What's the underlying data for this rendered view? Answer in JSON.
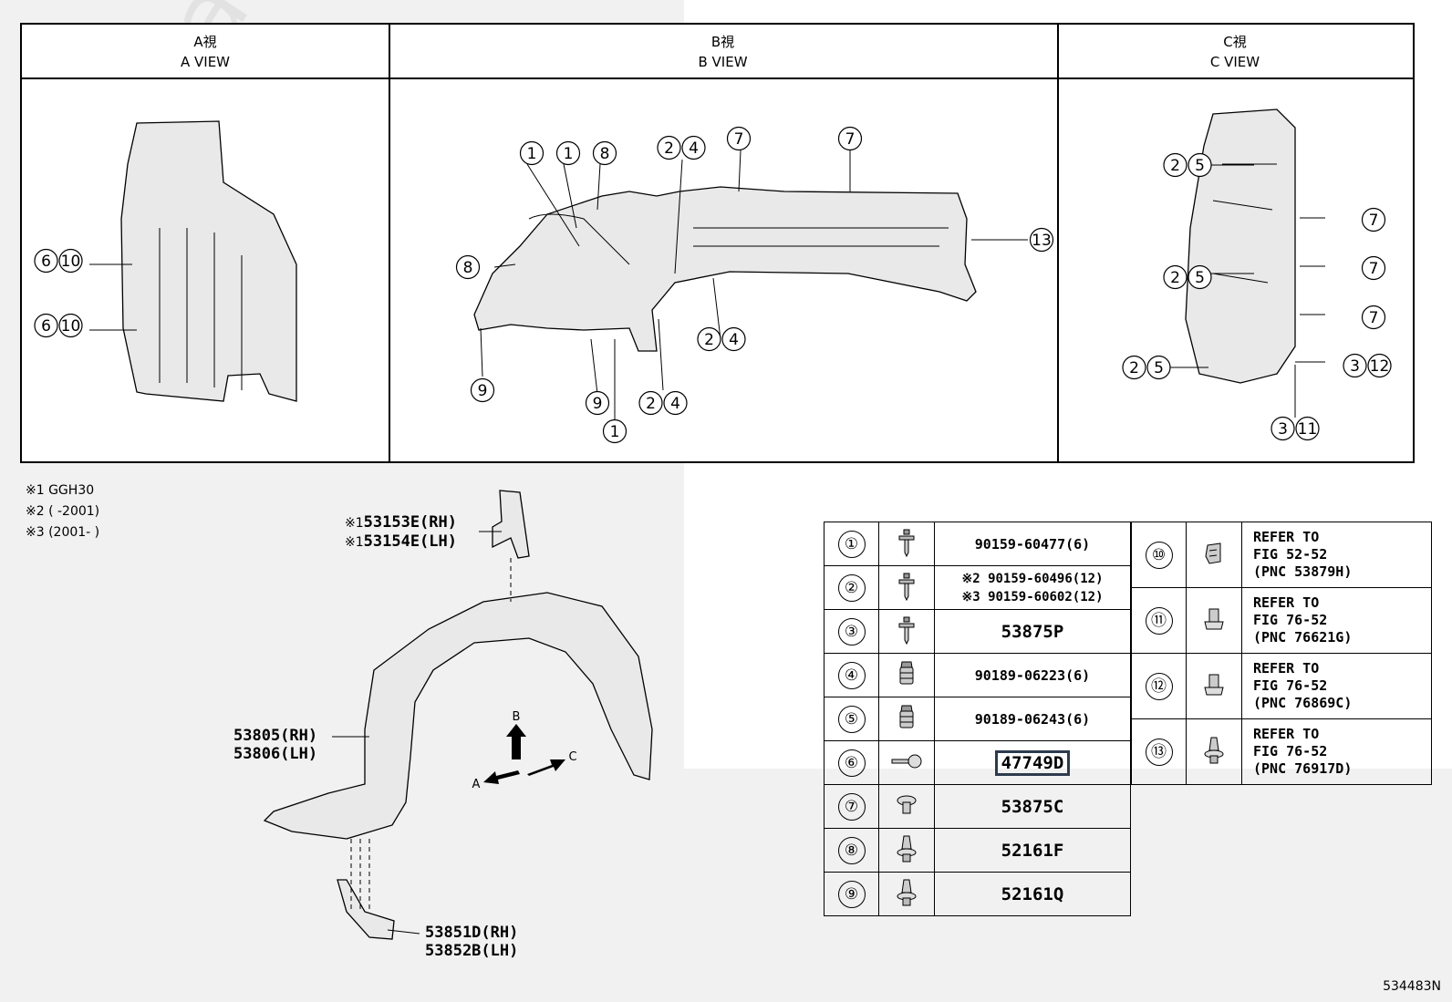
{
  "views": [
    {
      "jp": "A視",
      "en": "A VIEW"
    },
    {
      "jp": "B視",
      "en": "B VIEW"
    },
    {
      "jp": "C視",
      "en": "C VIEW"
    }
  ],
  "notes": [
    "※1 GGH30",
    "※2 (      -2001)",
    "※3 (2001-      )"
  ],
  "part_labels": {
    "bracket_rh": "53153E(RH)",
    "bracket_lh": "53154E(LH)",
    "bracket_prefix": "※1",
    "liner_rh": "53805(RH)",
    "liner_lh": "53806(LH)",
    "seal_rh": "53851D(RH)",
    "seal_lh": "53852B(LH)"
  },
  "direction_labels": {
    "a": "A",
    "b": "B",
    "c": "C"
  },
  "parts_table_left": [
    {
      "num": "①",
      "icon": "screw-icon",
      "part": "90159-60477(6)"
    },
    {
      "num": "②",
      "icon": "screw-icon",
      "part_line1": "※2 90159-60496(12)",
      "part_line2": "※3 90159-60602(12)"
    },
    {
      "num": "③",
      "icon": "screw-icon",
      "part": "53875P"
    },
    {
      "num": "④",
      "icon": "nut-icon",
      "part": "90189-06223(6)"
    },
    {
      "num": "⑤",
      "icon": "nut-icon",
      "part": "90189-06243(6)"
    },
    {
      "num": "⑥",
      "icon": "wire-clip-icon",
      "part": "47749D"
    },
    {
      "num": "⑦",
      "icon": "clip-icon",
      "part": "53875C"
    },
    {
      "num": "⑧",
      "icon": "push-rivet-icon",
      "part": "52161F"
    },
    {
      "num": "⑨",
      "icon": "push-rivet-icon",
      "part": "52161Q"
    }
  ],
  "parts_table_right": [
    {
      "num": "⑩",
      "icon": "bracket-clip-icon",
      "l1": "REFER TO",
      "l2": "FIG 52-52",
      "l3": "(PNC 53879H)"
    },
    {
      "num": "⑪",
      "icon": "clip-icon",
      "l1": "REFER TO",
      "l2": "FIG 76-52",
      "l3": "(PNC 76621G)"
    },
    {
      "num": "⑫",
      "icon": "clip-icon",
      "l1": "REFER TO",
      "l2": "FIG 76-52",
      "l3": "(PNC 76869C)"
    },
    {
      "num": "⑬",
      "icon": "push-rivet-icon",
      "l1": "REFER TO",
      "l2": "FIG 76-52",
      "l3": "(PNC 76917D)"
    }
  ],
  "callouts": {
    "a": [
      [
        "⑥",
        "⑩"
      ],
      [
        "⑥",
        "⑩"
      ]
    ],
    "b": [
      [
        "①"
      ],
      [
        "①"
      ],
      [
        "⑧"
      ],
      [
        "②",
        "④"
      ],
      [
        "⑦"
      ],
      [
        "⑦"
      ],
      [
        "⑬"
      ],
      [
        "⑧"
      ],
      [
        "②",
        "④"
      ],
      [
        "⑨"
      ],
      [
        "⑨"
      ],
      [
        "②",
        "④"
      ],
      [
        "①"
      ]
    ],
    "c": [
      [
        "②",
        "⑤"
      ],
      [
        "⑦"
      ],
      [
        "⑦"
      ],
      [
        "②",
        "⑤"
      ],
      [
        "⑦"
      ],
      [
        "②",
        "⑤"
      ],
      [
        "③",
        "⑫"
      ],
      [
        "③",
        "⑪"
      ]
    ]
  },
  "watermark": "ToyotaCarMine.ru",
  "figure_code": "534483N"
}
